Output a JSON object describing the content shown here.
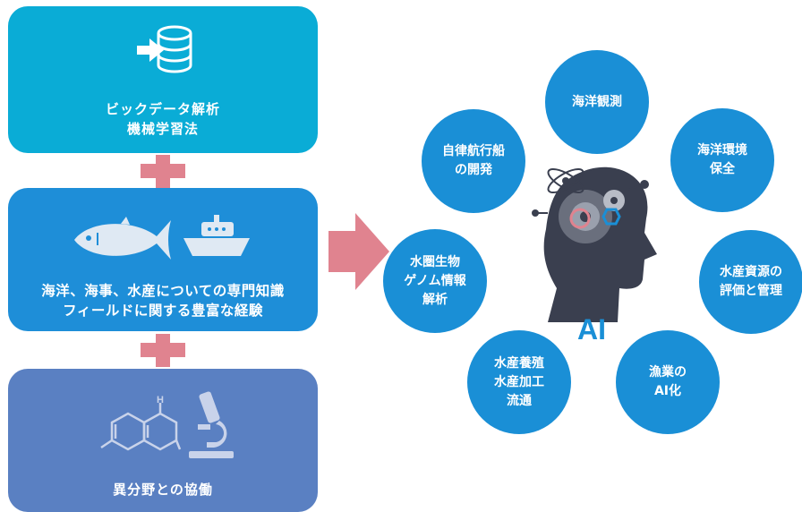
{
  "left_boxes": [
    {
      "lines": [
        "ビックデータ解析",
        "機械学習法"
      ],
      "icon": "database-import-icon"
    },
    {
      "lines": [
        "海洋、海事、水産についての専門知識",
        "フィールドに関する豊富な経験"
      ],
      "icon": "tuna-ship-icon"
    },
    {
      "lines": [
        "異分野との協働"
      ],
      "icon": "molecule-microscope-icon"
    }
  ],
  "ai_label": "AI",
  "circles": [
    {
      "lines": [
        "海洋観測"
      ]
    },
    {
      "lines": [
        "自律航行船",
        "の開発"
      ]
    },
    {
      "lines": [
        "海洋環境",
        "保全"
      ]
    },
    {
      "lines": [
        "水圏生物",
        "ゲノム情報",
        "解析"
      ]
    },
    {
      "lines": [
        "水産資源の",
        "評価と管理"
      ]
    },
    {
      "lines": [
        "水産養殖",
        "水産加工",
        "流通"
      ]
    },
    {
      "lines": [
        "漁業の",
        "AI化"
      ]
    }
  ],
  "colors": {
    "box1": "#0aacd6",
    "box2": "#1e8ed8",
    "box3": "#5a80c2",
    "plus": "#e0838f",
    "arrow": "#e0838f",
    "circle": "#1a8fd6",
    "head": "#3a3f4f"
  }
}
